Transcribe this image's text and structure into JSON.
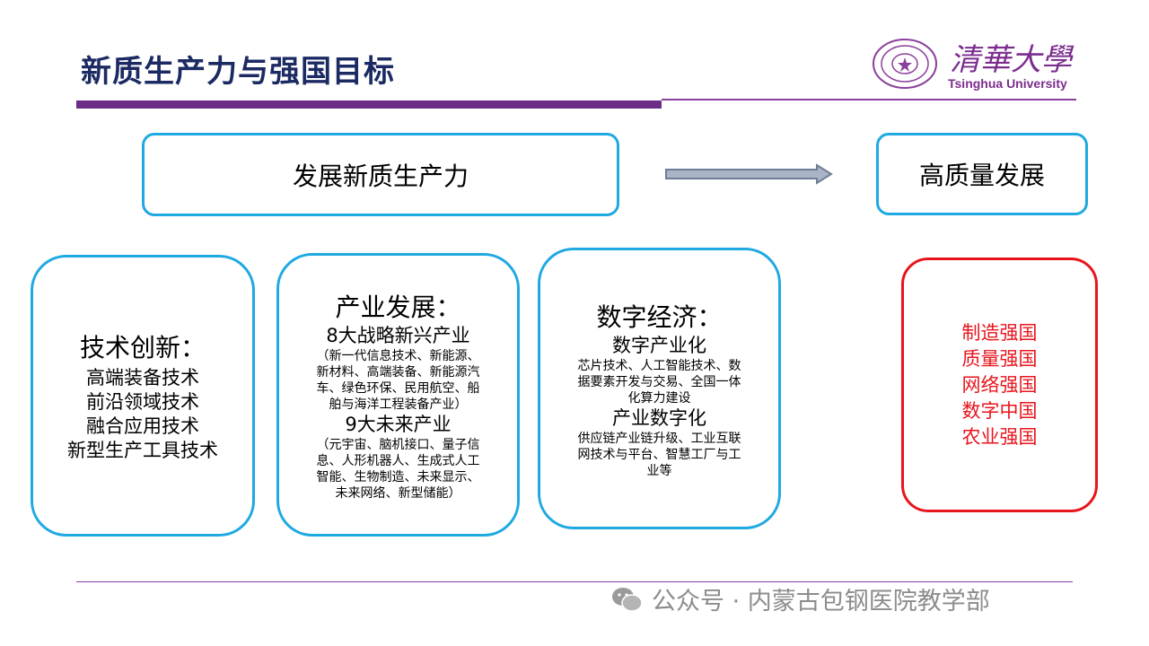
{
  "title": "新质生产力与强国目标",
  "logo": {
    "chinese": "清華大學",
    "english": "Tsinghua University"
  },
  "top_left_box": "发展新质生产力",
  "top_right_box": "高质量发展",
  "arrow": "right-arrow-icon",
  "tech": {
    "heading": "技术创新：",
    "items": [
      "高端装备技术",
      "前沿领域技术",
      "融合应用技术",
      "新型生产工具技术"
    ]
  },
  "industry": {
    "heading": "产业发展：",
    "sub1": "8大战略新兴产业",
    "detail1": [
      "（新一代信息技术、新能源、",
      "新材料、高端装备、新能源汽",
      "车、绿色环保、民用航空、船",
      "舶与海洋工程装备产业）"
    ],
    "sub2": "9大未来产业",
    "detail2": [
      "（元宇宙、脑机接口、量子信",
      "息、人形机器人、生成式人工",
      "智能、生物制造、未来显示、",
      "未来网络、新型储能）"
    ]
  },
  "digital": {
    "heading": "数字经济：",
    "sub1": "数字产业化",
    "detail1": [
      "芯片技术、人工智能技术、数",
      "据要素开发与交易、全国一体",
      "化算力建设"
    ],
    "sub2": "产业数字化",
    "detail2": [
      "供应链产业链升级、工业互联",
      "网技术与平台、智慧工厂与工",
      "业等"
    ]
  },
  "goals": [
    "制造强国",
    "质量强国",
    "网络强国",
    "数字中国",
    "农业强国"
  ],
  "watermark": "公众号 · 内蒙古包钢医院教学部",
  "colors": {
    "title": "#1b2a62",
    "accent": "#6b2d87",
    "box": "#1fa9e1",
    "goal": "#e8141c"
  }
}
